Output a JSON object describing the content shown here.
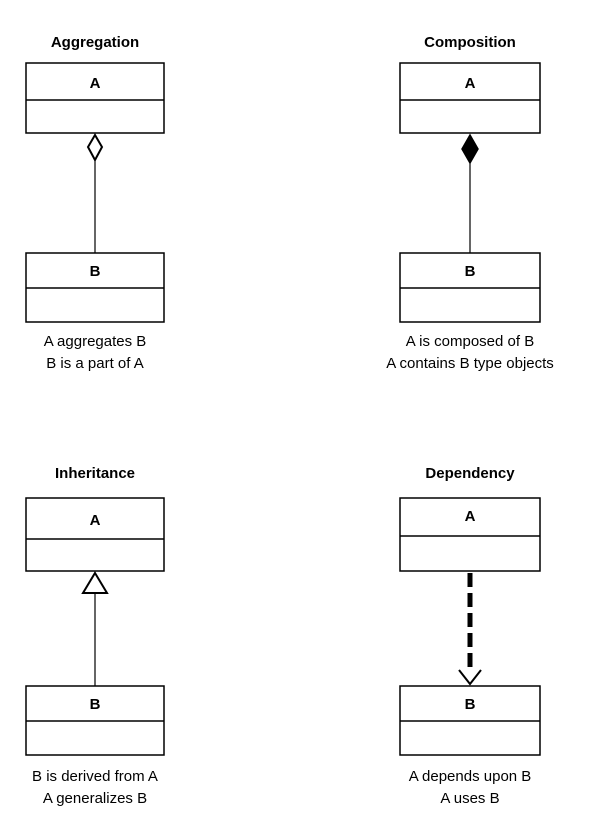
{
  "panels": {
    "aggregation": {
      "title": "Aggregation",
      "class_a": "A",
      "class_b": "B",
      "caption_lines": [
        "A aggregates B",
        "B is a part of A"
      ],
      "relationship_marker": "hollow-diamond"
    },
    "composition": {
      "title": "Composition",
      "class_a": "A",
      "class_b": "B",
      "caption_lines": [
        "A is composed of B",
        "A contains B type objects"
      ],
      "relationship_marker": "filled-diamond"
    },
    "inheritance": {
      "title": "Inheritance",
      "class_a": "A",
      "class_b": "B",
      "caption_lines": [
        "B is derived from A",
        "A generalizes B"
      ],
      "relationship_marker": "hollow-triangle"
    },
    "dependency": {
      "title": "Dependency",
      "class_a": "A",
      "class_b": "B",
      "caption_lines": [
        "A depends upon B",
        "A uses B"
      ],
      "relationship_marker": "open-arrow-dashed"
    }
  },
  "colors": {
    "stroke": "#000000",
    "background": "#ffffff"
  }
}
